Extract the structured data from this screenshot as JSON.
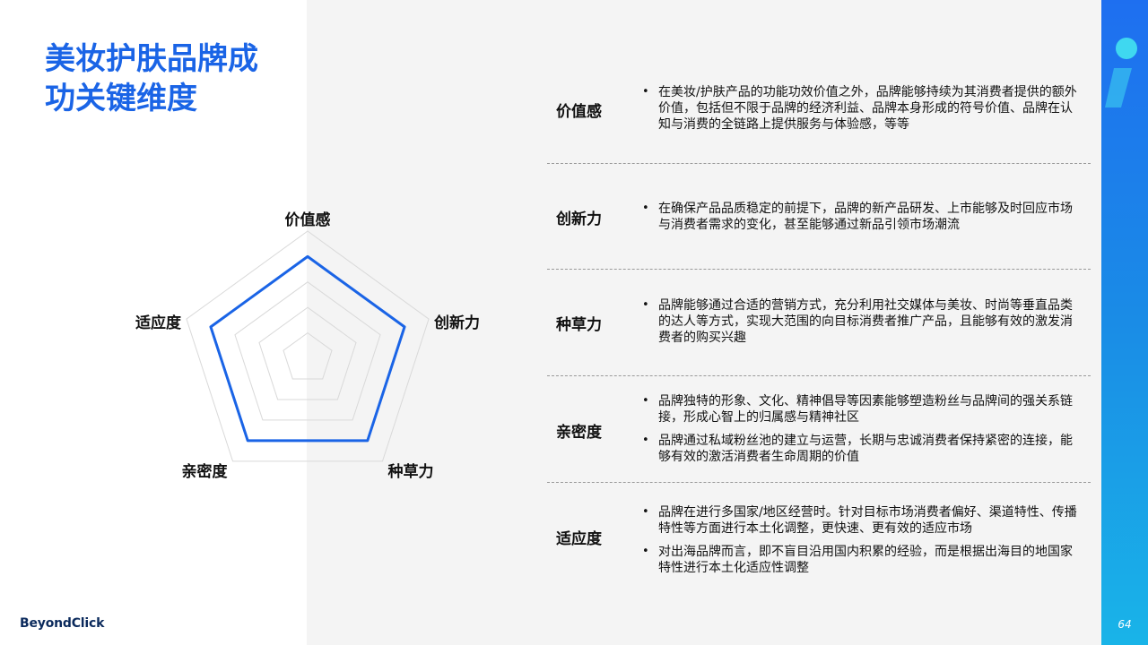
{
  "title": {
    "line1": "美妆护肤品牌成",
    "line2": "功关键维度"
  },
  "logo": "BeyondClick",
  "page_number": "64",
  "colors": {
    "accent": "#1a64e6",
    "sidebar_top": "#1e6ff0",
    "sidebar_bottom": "#19b4e8",
    "panel_bg": "#f4f4f4"
  },
  "radar": {
    "axes": [
      "价值感",
      "创新力",
      "种草力",
      "亲密度",
      "适应度"
    ],
    "levels": 5,
    "values": [
      0.8,
      0.8,
      0.8,
      0.8,
      0.8
    ]
  },
  "dimensions": [
    {
      "label": "价值感",
      "bullets": [
        "在美妆/护肤产品的功能功效价值之外，品牌能够持续为其消费者提供的额外价值，包括但不限于品牌的经济利益、品牌本身形成的符号价值、品牌在认知与消费的全链路上提供服务与体验感，等等"
      ]
    },
    {
      "label": "创新力",
      "bullets": [
        "在确保产品品质稳定的前提下，品牌的新产品研发、上市能够及时回应市场与消费者需求的变化，甚至能够通过新品引领市场潮流"
      ]
    },
    {
      "label": "种草力",
      "bullets": [
        "品牌能够通过合适的营销方式，充分利用社交媒体与美妆、时尚等垂直品类的达人等方式，实现大范围的向目标消费者推广产品，且能够有效的激发消费者的购买兴趣"
      ]
    },
    {
      "label": "亲密度",
      "bullets": [
        "品牌独特的形象、文化、精神倡导等因素能够塑造粉丝与品牌间的强关系链接，形成心智上的归属感与精神社区",
        "品牌通过私域粉丝池的建立与运营，长期与忠诚消费者保持紧密的连接，能够有效的激活消费者生命周期的价值"
      ]
    },
    {
      "label": "适应度",
      "bullets": [
        "品牌在进行多国家/地区经营时。针对目标市场消费者偏好、渠道特性、传播特性等方面进行本土化调整，更快速、更有效的适应市场",
        "对出海品牌而言，即不盲目沿用国内积累的经验，而是根据出海目的地国家特性进行本土化适应性调整"
      ]
    }
  ]
}
